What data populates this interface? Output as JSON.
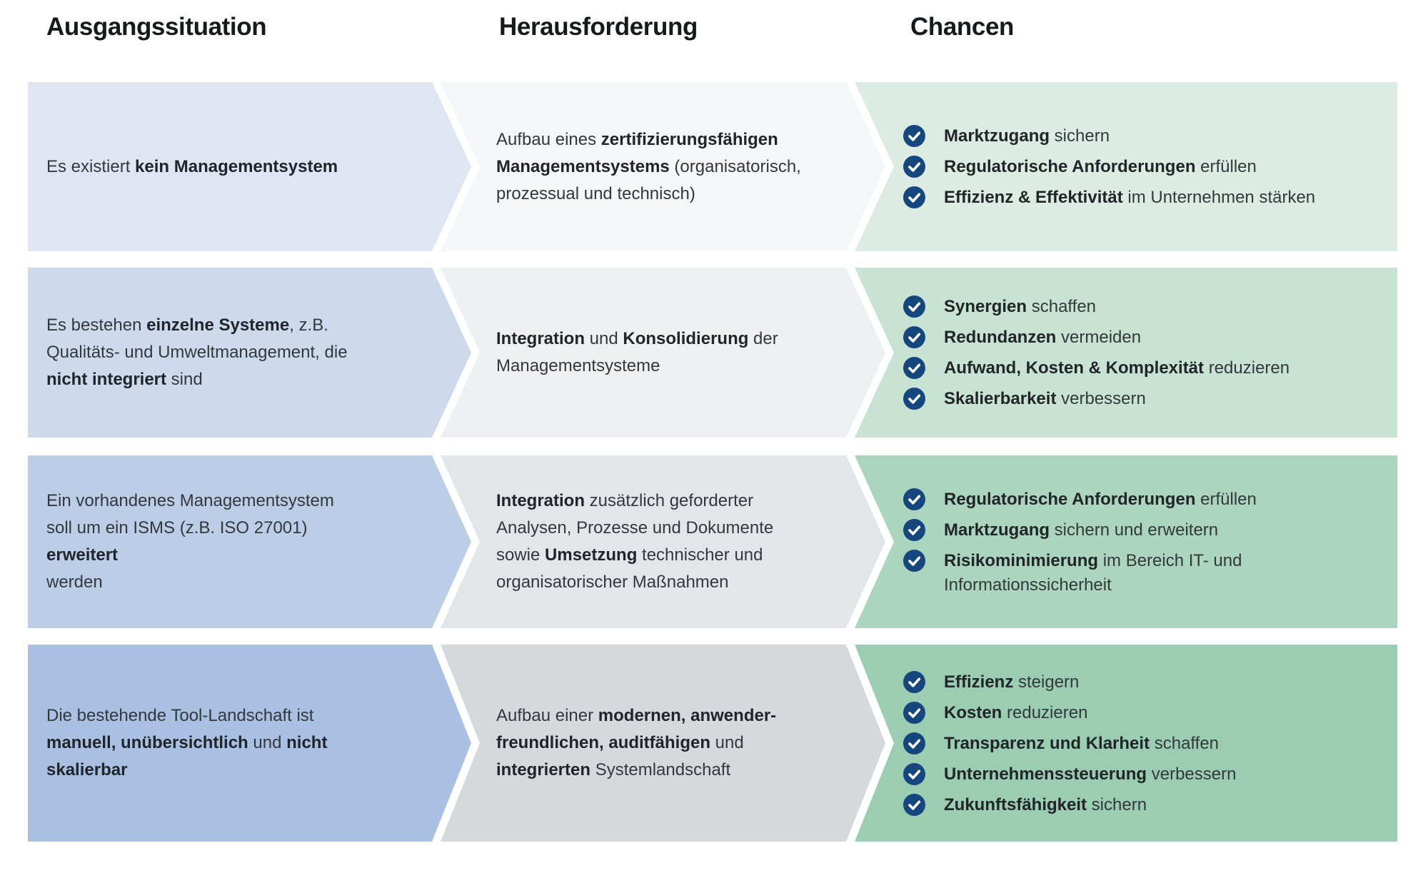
{
  "headers": {
    "col1": "Ausgangssituation",
    "col2": "Herausforderung",
    "col3": "Chancen"
  },
  "icons": {
    "bullet": "check-icon",
    "bullet_glyph": "✓"
  },
  "colors": {
    "background": "#ffffff",
    "heading_text": "#17191c",
    "body_text": "#33383d",
    "bold_text": "#212529",
    "check_circle": "#15477e",
    "check_mark": "#ffffff",
    "col1_rows": [
      "#dfe6f2",
      "#cdd9ec",
      "#bccee7",
      "#a9c0e2"
    ],
    "col2_rows": [
      "#f4f6f8",
      "#eef0f2",
      "#e2e6e8",
      "#d5d9dc"
    ],
    "col3_rows": [
      "#ddece3",
      "#c8e3d4",
      "#abd5bf",
      "#9bcdb3"
    ]
  },
  "rows": [
    {
      "situation": [
        {
          "t": "Es existiert ",
          "b": 0
        },
        {
          "t": "kein Managementsystem",
          "b": 1
        }
      ],
      "challenge": [
        {
          "t": "Aufbau eines ",
          "b": 0
        },
        {
          "t": "zertifizierungsfähigen\nManagementsystems",
          "b": 1
        },
        {
          "t": " (organisatorisch,\nprozessual und technisch)",
          "b": 0
        }
      ],
      "chances": [
        [
          {
            "t": "Marktzugang",
            "b": 1
          },
          {
            "t": " sichern",
            "b": 0
          }
        ],
        [
          {
            "t": "Regulatorische Anforderungen",
            "b": 1
          },
          {
            "t": " erfüllen",
            "b": 0
          }
        ],
        [
          {
            "t": "Effizienz & Effektivität",
            "b": 1
          },
          {
            "t": " im Unternehmen stärken",
            "b": 0
          }
        ]
      ]
    },
    {
      "situation": [
        {
          "t": "Es bestehen ",
          "b": 0
        },
        {
          "t": "einzelne Systeme",
          "b": 1
        },
        {
          "t": ", z.B.\nQualitäts- und Umweltmanagement, die\n",
          "b": 0
        },
        {
          "t": "nicht integriert",
          "b": 1
        },
        {
          "t": " sind",
          "b": 0
        }
      ],
      "challenge": [
        {
          "t": "Integration",
          "b": 1
        },
        {
          "t": " und ",
          "b": 0
        },
        {
          "t": "Konsolidierung",
          "b": 1
        },
        {
          "t": " der\nManagementsysteme",
          "b": 0
        }
      ],
      "chances": [
        [
          {
            "t": "Synergien",
            "b": 1
          },
          {
            "t": " schaffen",
            "b": 0
          }
        ],
        [
          {
            "t": "Redundanzen",
            "b": 1
          },
          {
            "t": " vermeiden",
            "b": 0
          }
        ],
        [
          {
            "t": "Aufwand, Kosten & Komplexität",
            "b": 1
          },
          {
            "t": " reduzieren",
            "b": 0
          }
        ],
        [
          {
            "t": "Skalierbarkeit",
            "b": 1
          },
          {
            "t": " verbessern",
            "b": 0
          }
        ]
      ]
    },
    {
      "situation": [
        {
          "t": "Ein vorhandenes Managementsystem\nsoll um ein ISMS (z.B. ISO 27001) ",
          "b": 0
        },
        {
          "t": "erweitert",
          "b": 1
        },
        {
          "t": "\nwerden",
          "b": 0
        }
      ],
      "challenge": [
        {
          "t": "Integration",
          "b": 1
        },
        {
          "t": " zusätzlich geforderter\nAnalysen, Prozesse und Dokumente\nsowie ",
          "b": 0
        },
        {
          "t": "Umsetzung",
          "b": 1
        },
        {
          "t": " technischer und\norganisatorischer Maßnahmen",
          "b": 0
        }
      ],
      "chances": [
        [
          {
            "t": "Regulatorische Anforderungen",
            "b": 1
          },
          {
            "t": " erfüllen",
            "b": 0
          }
        ],
        [
          {
            "t": "Marktzugang",
            "b": 1
          },
          {
            "t": " sichern und erweitern",
            "b": 0
          }
        ],
        [
          {
            "t": "Risikominimierung",
            "b": 1
          },
          {
            "t": " im Bereich IT- und\nInformationssicherheit",
            "b": 0
          }
        ]
      ]
    },
    {
      "situation": [
        {
          "t": "Die bestehende Tool-Landschaft ist\n",
          "b": 0
        },
        {
          "t": "manuell, unübersichtlich",
          "b": 1
        },
        {
          "t": " und ",
          "b": 0
        },
        {
          "t": "nicht\nskalierbar",
          "b": 1
        }
      ],
      "challenge": [
        {
          "t": "Aufbau einer ",
          "b": 0
        },
        {
          "t": "modernen, anwender-\nfreundlichen, auditfähigen",
          "b": 1
        },
        {
          "t": " und\n",
          "b": 0
        },
        {
          "t": "integrierten",
          "b": 1
        },
        {
          "t": " Systemlandschaft",
          "b": 0
        }
      ],
      "chances": [
        [
          {
            "t": "Effizienz",
            "b": 1
          },
          {
            "t": " steigern",
            "b": 0
          }
        ],
        [
          {
            "t": "Kosten",
            "b": 1
          },
          {
            "t": " reduzieren",
            "b": 0
          }
        ],
        [
          {
            "t": "Transparenz und Klarheit",
            "b": 1
          },
          {
            "t": " schaffen",
            "b": 0
          }
        ],
        [
          {
            "t": "Unternehmenssteuerung",
            "b": 1
          },
          {
            "t": " verbessern",
            "b": 0
          }
        ],
        [
          {
            "t": "Zukunftsfähigkeit",
            "b": 1
          },
          {
            "t": " sichern",
            "b": 0
          }
        ]
      ]
    }
  ]
}
